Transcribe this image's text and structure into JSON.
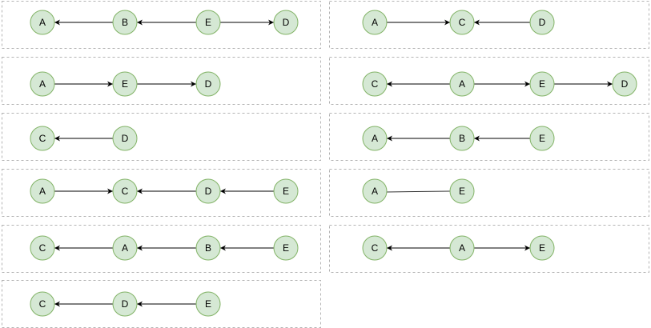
{
  "diagram": {
    "panels": [
      {
        "nodes": [
          "A",
          "B",
          "E",
          "D"
        ],
        "edges": [
          {
            "from": 1,
            "to": 0,
            "arrow": true
          },
          {
            "from": 2,
            "to": 1,
            "arrow": true
          },
          {
            "from": 2,
            "to": 3,
            "arrow": true
          }
        ]
      },
      {
        "nodes": [
          "A",
          "C",
          "D"
        ],
        "edges": [
          {
            "from": 0,
            "to": 1,
            "arrow": true
          },
          {
            "from": 2,
            "to": 1,
            "arrow": true
          }
        ]
      },
      {
        "nodes": [
          "A",
          "E",
          "D"
        ],
        "edges": [
          {
            "from": 0,
            "to": 1,
            "arrow": true
          },
          {
            "from": 1,
            "to": 2,
            "arrow": true
          }
        ]
      },
      {
        "nodes": [
          "C",
          "A",
          "E",
          "D"
        ],
        "edges": [
          {
            "from": 1,
            "to": 0,
            "arrow": true
          },
          {
            "from": 1,
            "to": 2,
            "arrow": true
          },
          {
            "from": 2,
            "to": 3,
            "arrow": true
          }
        ]
      },
      {
        "nodes": [
          "C",
          "D"
        ],
        "edges": [
          {
            "from": 1,
            "to": 0,
            "arrow": true
          }
        ]
      },
      {
        "nodes": [
          "A",
          "B",
          "E"
        ],
        "edges": [
          {
            "from": 1,
            "to": 0,
            "arrow": true
          },
          {
            "from": 2,
            "to": 1,
            "arrow": true
          }
        ]
      },
      {
        "nodes": [
          "A",
          "C",
          "D",
          "E"
        ],
        "edges": [
          {
            "from": 0,
            "to": 1,
            "arrow": true
          },
          {
            "from": 2,
            "to": 1,
            "arrow": true
          },
          {
            "from": 3,
            "to": 2,
            "arrow": true
          }
        ]
      },
      {
        "nodes": [
          "A",
          "E"
        ],
        "edges": [
          {
            "from": 0,
            "to": 1,
            "arrow": false
          }
        ]
      },
      {
        "nodes": [
          "C",
          "A",
          "B",
          "E"
        ],
        "edges": [
          {
            "from": 1,
            "to": 0,
            "arrow": true
          },
          {
            "from": 2,
            "to": 1,
            "arrow": true
          },
          {
            "from": 3,
            "to": 2,
            "arrow": true
          }
        ]
      },
      {
        "nodes": [
          "C",
          "A",
          "E"
        ],
        "edges": [
          {
            "from": 1,
            "to": 0,
            "arrow": true
          },
          {
            "from": 1,
            "to": 2,
            "arrow": true
          }
        ]
      },
      {
        "nodes": [
          "C",
          "D",
          "E"
        ],
        "edges": [
          {
            "from": 1,
            "to": 0,
            "arrow": true
          },
          {
            "from": 2,
            "to": 1,
            "arrow": true
          }
        ]
      }
    ],
    "colors": {
      "node_fill": "#d5e8d4",
      "node_stroke": "#82b366",
      "panel_border": "#b3b3b3",
      "edge": "#000000"
    }
  }
}
